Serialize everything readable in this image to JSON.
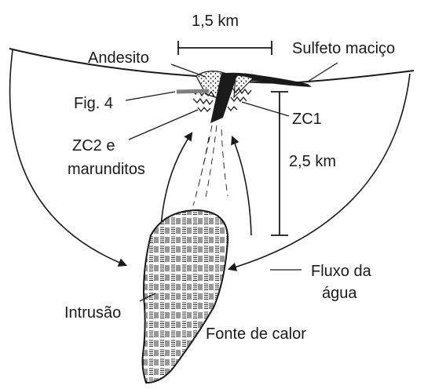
{
  "labels": {
    "scale_horizontal": "1,5 km",
    "andesite": "Andesito",
    "massive_sulfide": "Sulfeto maciço",
    "fig_ref": "Fig. 4",
    "zc1": "ZC1",
    "zc2_line1": "ZC2 e",
    "zc2_line2": "marunditos",
    "scale_vertical": "2,5 km",
    "water_flow_line1": "Fluxo da",
    "water_flow_line2": "água",
    "intrusion": "Intrusão",
    "heat_source": "Fonte de calor"
  },
  "colors": {
    "ink": "#1a1a1a",
    "fig_marker": "#808080",
    "background": "#ffffff"
  }
}
